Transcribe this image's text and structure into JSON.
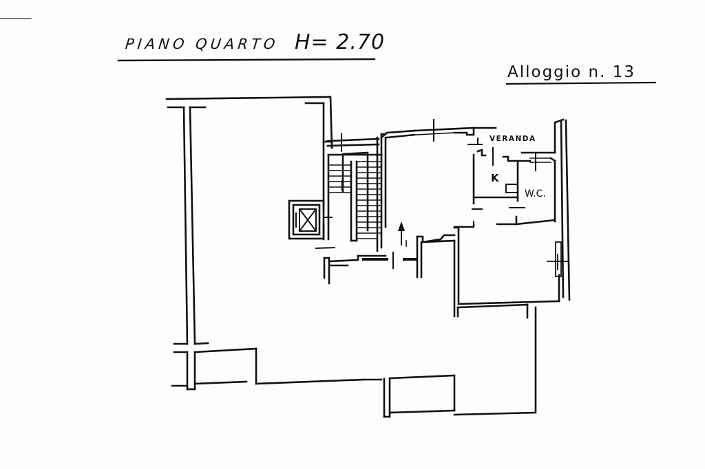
{
  "document": {
    "type": "floor-plan",
    "floor_title": "PIANO QUARTO",
    "height_label": "H= 2.70",
    "unit_label": "Alloggio n. 13"
  },
  "rooms": {
    "veranda": "VERANDA",
    "kitchen": "K",
    "wc": "W.C."
  },
  "symbols": {
    "elevator": "elevator-x-icon",
    "stairs": "staircase",
    "entry_arrow": "up-arrow-icon"
  },
  "colors": {
    "ink": "#111111",
    "paper": "#fdfdfd"
  }
}
